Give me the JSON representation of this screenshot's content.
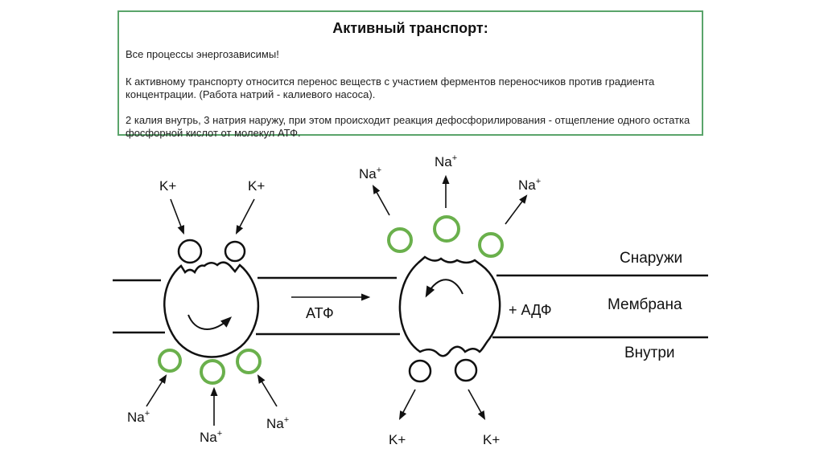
{
  "header": {
    "title": "Активный транспорт:",
    "paragraph1": "Все процессы энергозависимы!",
    "paragraph2": "К активному транспорту относится перенос веществ с участием ферментов переносчиков против градиента концентрации. (Работа натрий - калиевого насоса).",
    "paragraph3": "2 калия внутрь, 3 натрия наружу, при этом происходит реакция дефосфорилирования - отщепление одного остатка фосфорной кислот от молекул АТФ."
  },
  "diagram": {
    "ion_k": "K+",
    "ion_na": "Na",
    "ion_na_sup": "+",
    "reaction_input": "АТФ",
    "reaction_output": "+ АДФ",
    "zone_outside": "Снаружи",
    "zone_membrane": "Мембрана",
    "zone_inside": "Внутри",
    "colors": {
      "sodium": "#6ab04c",
      "potassium": "#111111",
      "frame": "#5aa46a"
    }
  }
}
